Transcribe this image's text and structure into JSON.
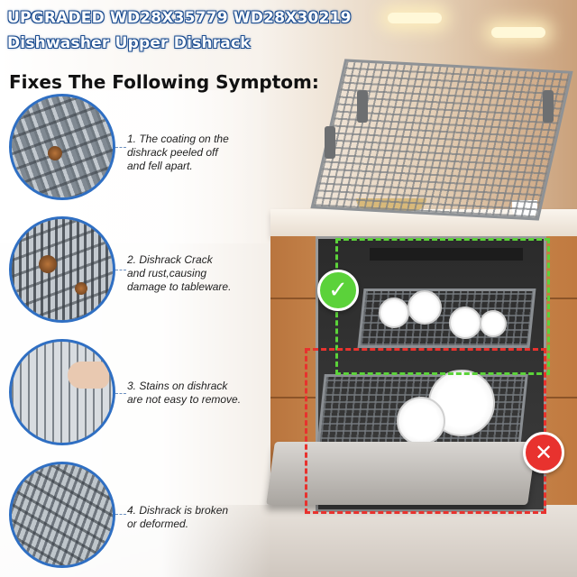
{
  "header": {
    "title_line1": "UPGRADED WD28X35779 WD28X30219",
    "title_line2": "Dishwasher Upper Dishrack",
    "subheading": "Fixes The Following Symptom:"
  },
  "symptoms": [
    {
      "text": "1. The coating on the\ndishrack peeled off\nand fell apart."
    },
    {
      "text": "2. Dishrack Crack\nand rust,causing\ndamage to tableware."
    },
    {
      "text": "3. Stains on dishrack\nare not easy to remove."
    },
    {
      "text": "4. Dishrack is broken\nor deformed."
    }
  ],
  "indicators": {
    "correct_icon": "check-icon",
    "wrong_icon": "x-icon",
    "correct_color": "#5bd23a",
    "wrong_color": "#e8322e",
    "accent": "#2f6fc3"
  }
}
